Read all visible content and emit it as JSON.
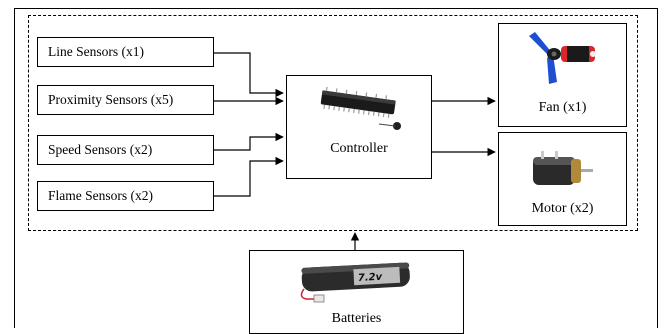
{
  "inputs": [
    {
      "label": "Line Sensors (x1)"
    },
    {
      "label": "Proximity Sensors (x5)"
    },
    {
      "label": "Speed Sensors (x2)"
    },
    {
      "label": "Flame Sensors (x2)"
    }
  ],
  "controller": {
    "label": "Controller",
    "image": "microcontroller-chip"
  },
  "outputs": [
    {
      "label": "Fan (x1)",
      "image": "fan-motor"
    },
    {
      "label": "Motor (x2)",
      "image": "dc-motor"
    }
  ],
  "power": {
    "label": "Batteries",
    "image": "battery-pack",
    "battery_marking": "7.2v"
  },
  "colors": {
    "line": "#000000",
    "fan_blade": "#1e4fd0",
    "fan_cap": "#d8262b",
    "chip": "#1a1a1a",
    "battery": "#2b2b2b"
  }
}
